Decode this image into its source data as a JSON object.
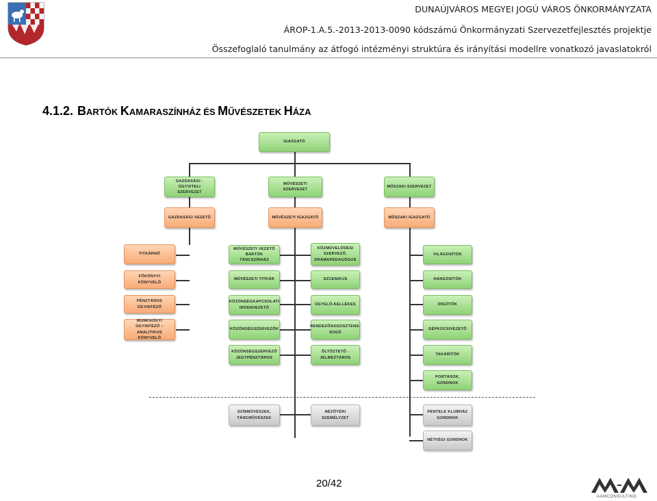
{
  "header": {
    "line1": "DUNAÚJVÁROS MEGYEI JOGÚ VÁROS ÖNKORMÁNYZATA",
    "line2": "ÁROP-1.A.5.-2013-2013-0090 kódszámú Önkormányzati Szervezetfejlesztés projektje",
    "line3": "Összefoglaló tanulmány az átfogó intézményi struktúra és irányítási modellre vonatkozó javaslatokról"
  },
  "section": {
    "number": "4.1.2.",
    "title_b1": "B",
    "title_s1": "ARTÓK ",
    "title_b2": "K",
    "title_s2": "AMARASZÍNHÁZ ÉS ",
    "title_b3": "M",
    "title_s3": "ŰVÉSZETEK ",
    "title_b4": "H",
    "title_s4": "ÁZA"
  },
  "org": {
    "director": "IGAZGATÓ",
    "top_units": [
      "GAZDASÁGI -\nÜGYVITELI SZERVEZET",
      "MŰVÉSZETI SZERVEZET",
      "MŰSZAKI SZERVEZET"
    ],
    "deputies": [
      "GAZDASÁGI VEZETŐ",
      "MŰVÉSZETI IGAZGATÓ",
      "MŰSZAKI IGAZGATÓ"
    ],
    "col1": [
      "TITKÁRNŐ",
      "FŐKÖNYVI KÖNYVELŐ",
      "PÉNZTÁROS ÜGYINTÉZŐ",
      "MUNKAÜGYI\nÜGYINTÉZŐ –\nANALITIKUS KÖNYVELŐ"
    ],
    "col2": [
      "MŰVÉSZETI VEZETŐ\nBARTÓK TÁNCSZÍNHÁZ",
      "MŰVÉSZETI TITKÁR",
      "KÖZÖNSÉGKAPCSOLATI\nIRODAVEZETŐ",
      "KÖZÖNSÉGSZERVEZŐK",
      "KÖZÖNSÉGSZERVEZŐ\nJEGYPÉNZTÁROS"
    ],
    "col3": [
      "KÖZMŰVELŐDÉSI\nSZERVEZŐ,\nDRÁMAPEDAGÓGUS",
      "SZCENIKUS",
      "ÜGYELŐ-KELLÉKES",
      "RENDEZŐASSZISZTENS-\nSÚGÓ",
      "ÖLTÖZTETŐ -\nJELMEZTÁROS"
    ],
    "col4": [
      "VILÁGOSÍTÓK",
      "HANGOSÍTÓK",
      "DÍSZÍTŐK",
      "GÉPKOCSIVEZETŐ",
      "TAKARÍTÓK",
      "PORTÁSOK, GONDNOK"
    ],
    "bottom": [
      "SZÍNMŰVÉSZEK,\nTÁNCMŰVÉSZEK",
      "NÉZŐTÉRI SZEMÉLYZET",
      "PENTELE KLUBHÁZ\nGONDNOK",
      "HÉTVÉGI GONDNOK"
    ]
  },
  "footer": {
    "page": "20/42",
    "logo_text": "AAMCONSULTING"
  },
  "colors": {
    "green": "#a9e194",
    "orange": "#fbbf95",
    "grey": "#d9d9d9",
    "crest_blue": "#3a6fb4",
    "crest_red": "#b3262c"
  }
}
